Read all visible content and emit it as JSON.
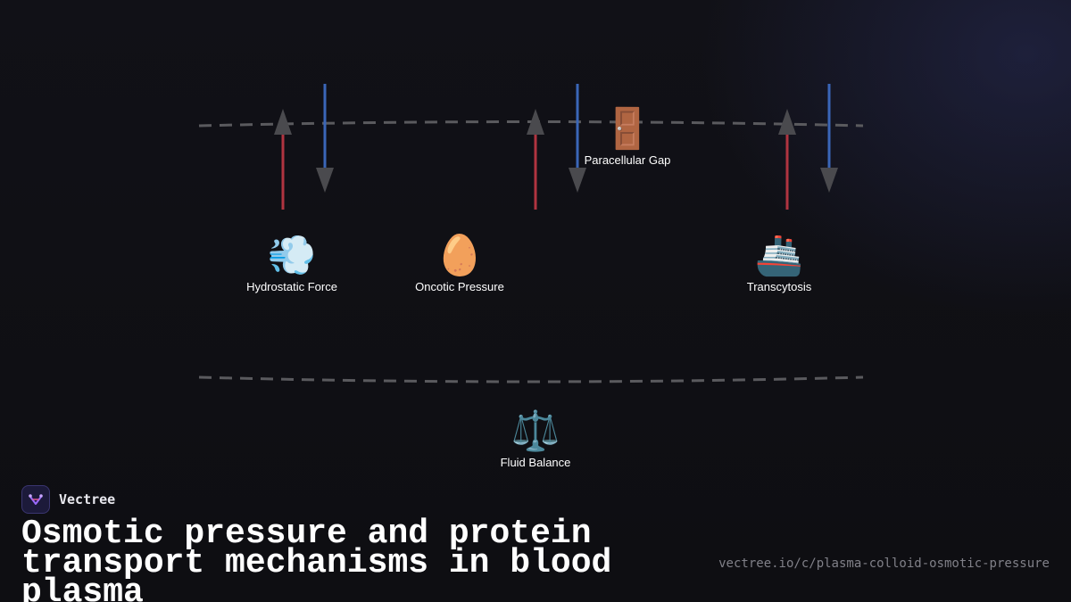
{
  "diagram": {
    "nodes": [
      {
        "id": "hydrostatic",
        "icon": "dashing-away-emoji",
        "emoji": "💨",
        "label": "Hydrostatic Force"
      },
      {
        "id": "oncotic",
        "icon": "egg-emoji",
        "emoji": "🥚",
        "label": "Oncotic Pressure"
      },
      {
        "id": "paracellular",
        "icon": "door-emoji",
        "emoji": "🚪",
        "label": "Paracellular Gap"
      },
      {
        "id": "transcytosis",
        "icon": "ship-emoji",
        "emoji": "🚢",
        "label": "Transcytosis"
      },
      {
        "id": "balance",
        "icon": "balance-scale-emoji",
        "emoji": "⚖️",
        "label": "Fluid Balance"
      }
    ],
    "colors": {
      "up_arrow": "#b03440",
      "down_arrow": "#3a66b8",
      "arrow_head": "#4a4a4e",
      "boundary": "#5a5a5e"
    }
  },
  "brand": {
    "name": "Vectree",
    "logo_icon": "vectree-logo-icon"
  },
  "title": "Osmotic pressure and protein transport mechanisms in blood plasma",
  "url": "vectree.io/c/plasma-colloid-osmotic-pressure"
}
